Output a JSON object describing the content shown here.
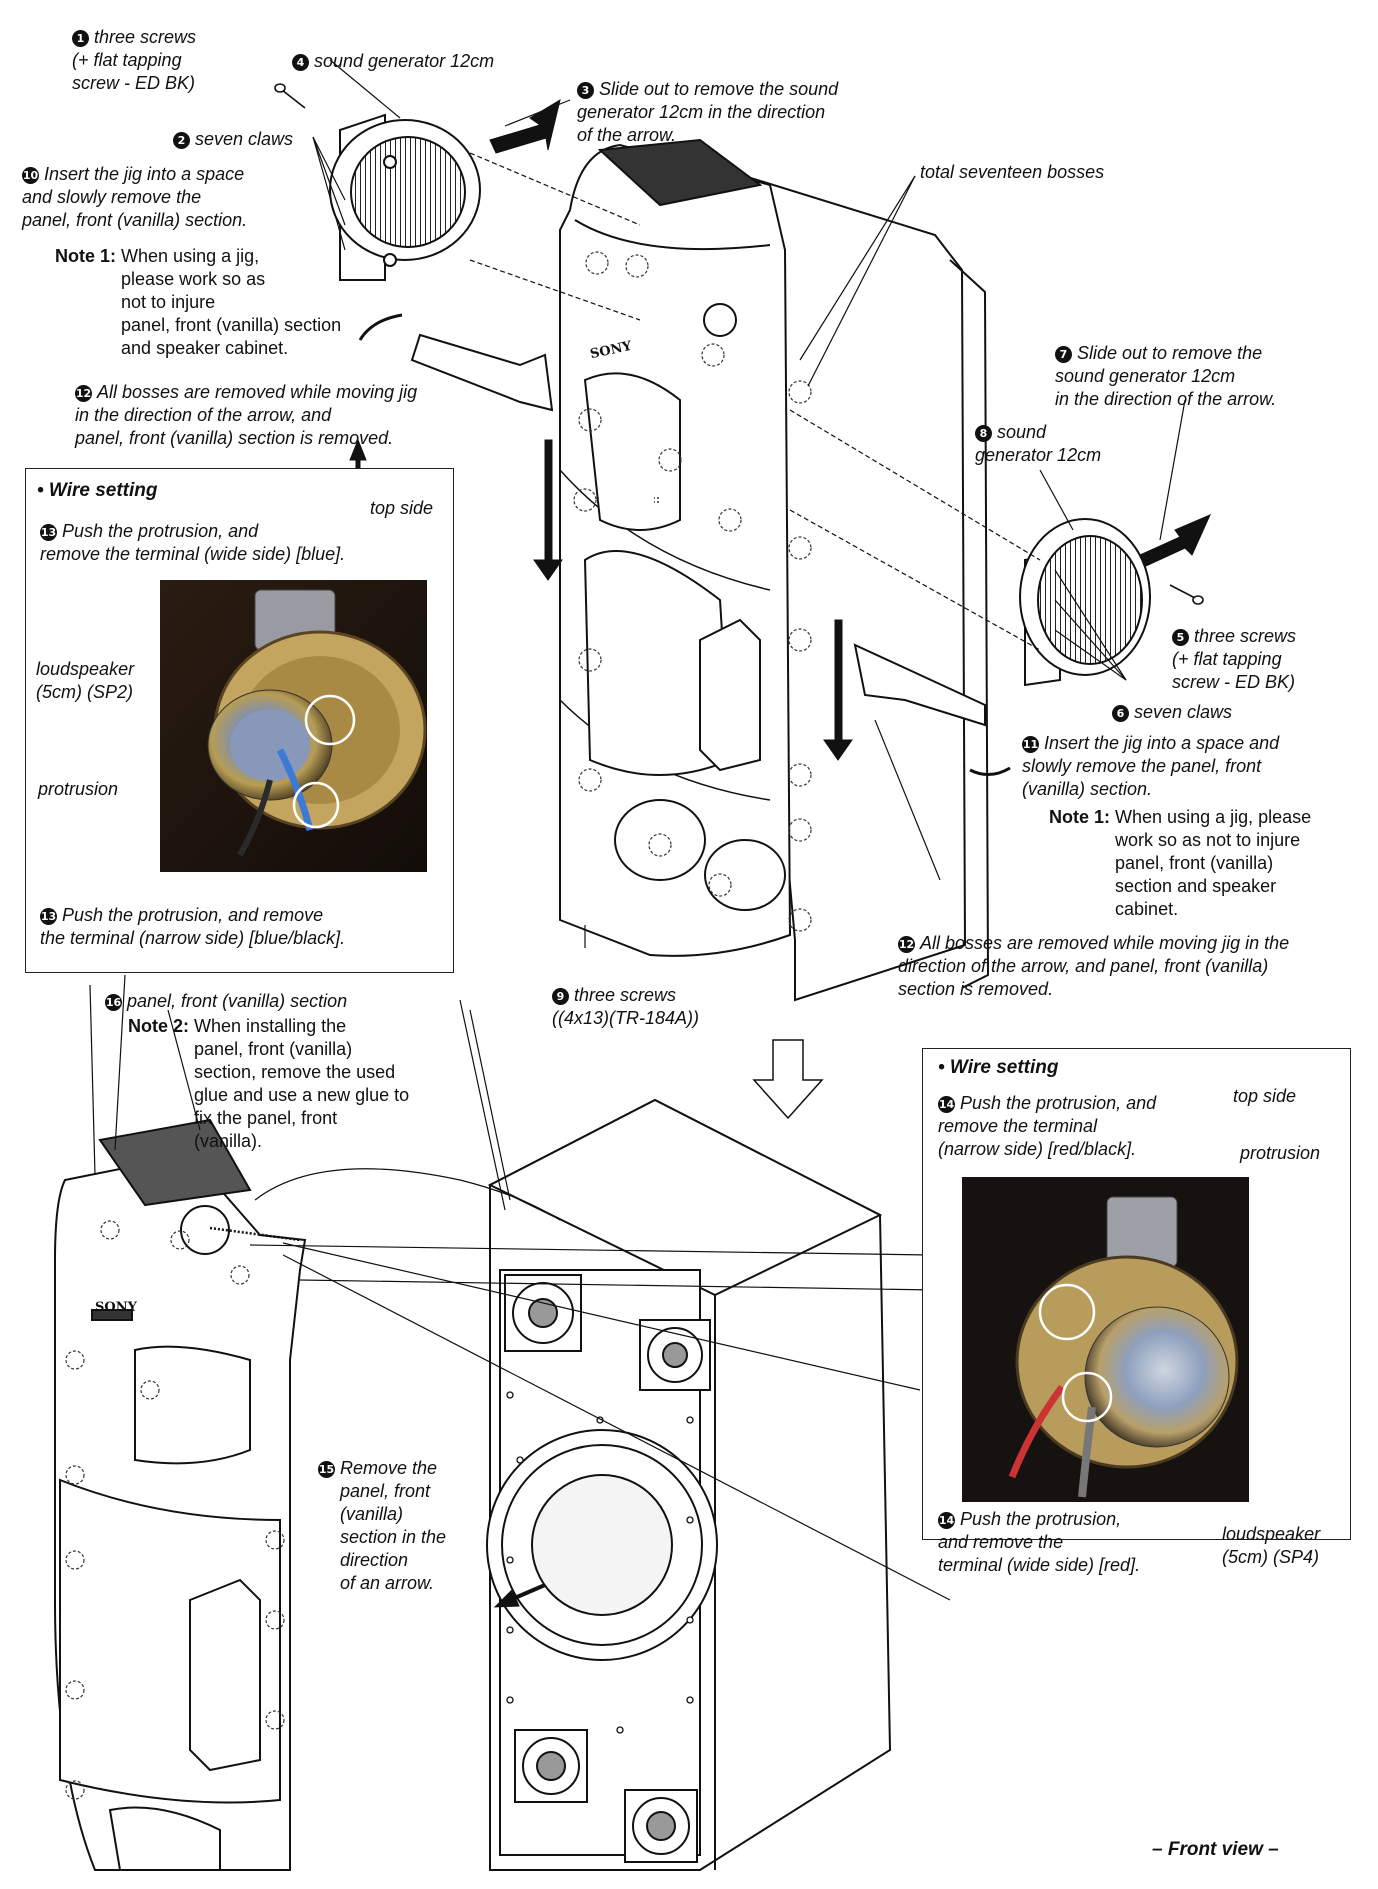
{
  "callouts": {
    "c1": {
      "num": "1",
      "text": "three screws\n(+ flat tapping\nscrew - ED BK)"
    },
    "c2": {
      "num": "2",
      "text": "seven claws"
    },
    "c3": {
      "num": "3",
      "text": "Slide out to remove the sound\ngenerator 12cm in the direction\nof the arrow."
    },
    "c4": {
      "num": "4",
      "text": "sound generator 12cm"
    },
    "c5": {
      "num": "5",
      "text": "three screws\n(+ flat tapping\nscrew - ED BK)"
    },
    "c6": {
      "num": "6",
      "text": "seven claws"
    },
    "c7": {
      "num": "7",
      "text": "Slide out to remove the\nsound generator 12cm\nin the direction of the arrow."
    },
    "c8": {
      "num": "8",
      "text": "sound\ngenerator 12cm"
    },
    "c9": {
      "num": "9",
      "text": "three screws\n((4x13)(TR-184A))"
    },
    "c10": {
      "num": "10",
      "text": "Insert the jig into a space\nand slowly remove the\npanel, front (vanilla) section."
    },
    "c11": {
      "num": "11",
      "text": "Insert the jig into a space and\nslowly remove the panel, front\n(vanilla) section."
    },
    "c12a": {
      "num": "12",
      "text": "All bosses are removed while moving jig\nin the direction of the arrow, and\npanel, front (vanilla) section is removed."
    },
    "c12b": {
      "num": "12",
      "text": "All bosses are removed while moving jig in the\ndirection of the arrow, and panel, front (vanilla)\nsection is removed."
    },
    "c15": {
      "num": "15",
      "text": "Remove the\npanel, front\n(vanilla)\nsection in the\ndirection\nof an arrow."
    },
    "c16": {
      "num": "16",
      "text": "panel, front (vanilla) section"
    },
    "bosses": "total seventeen bosses"
  },
  "notes": {
    "n1_left": {
      "label": "Note 1:",
      "text": "When using a jig,\nplease work so as\nnot to injure\npanel, front (vanilla) section\nand speaker cabinet."
    },
    "n1_right": {
      "label": "Note 1:",
      "text": "When using a jig, please\nwork so as not to injure\npanel, front (vanilla)\nsection and speaker\ncabinet."
    },
    "n2": {
      "label": "Note 2:",
      "text": "When installing the\npanel, front (vanilla)\nsection, remove the used\nglue and use a new glue to\nfix the panel, front\n(vanilla)."
    }
  },
  "wire_left": {
    "title": "• Wire setting",
    "top_side": "top side",
    "step13a": {
      "num": "13",
      "text": "Push the protrusion, and\nremove the terminal (wide side) [blue]."
    },
    "step13b": {
      "num": "13",
      "text": "Push the protrusion, and remove\nthe terminal (narrow side) [blue/black]."
    },
    "loudspeaker": "loudspeaker\n(5cm) (SP2)",
    "protrusion": "protrusion"
  },
  "wire_right": {
    "title": "• Wire setting",
    "top_side": "top side",
    "step14a": {
      "num": "14",
      "text": "Push the protrusion, and\nremove the terminal\n(narrow side) [red/black]."
    },
    "step14b": {
      "num": "14",
      "text": "Push the protrusion,\nand remove the\nterminal (wide side) [red]."
    },
    "loudspeaker": "loudspeaker\n(5cm) (SP4)",
    "protrusion": "protrusion"
  },
  "brand": "SONY",
  "footer": "– Front view –"
}
